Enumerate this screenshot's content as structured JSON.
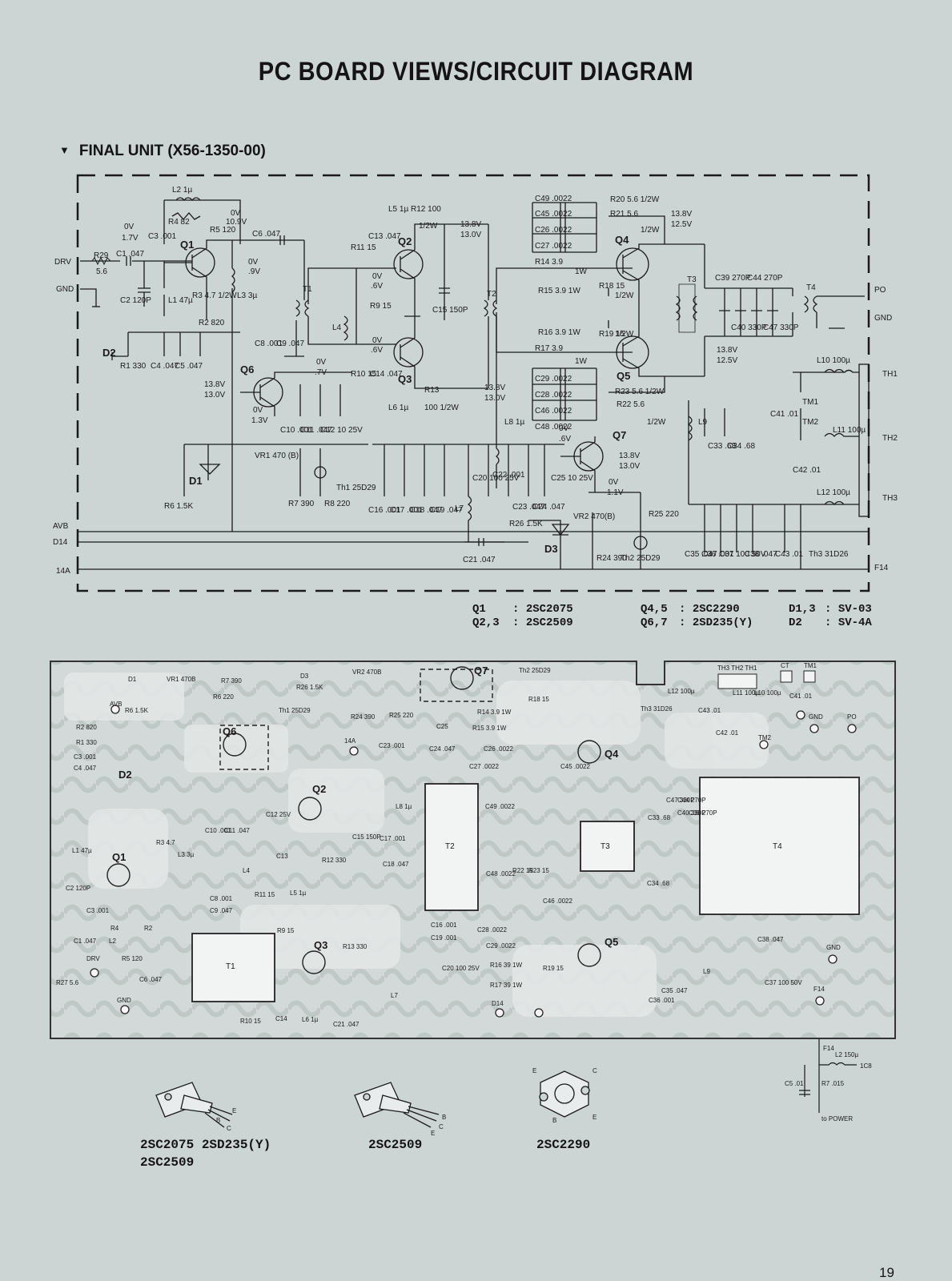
{
  "title": "PC BOARD VIEWS/CIRCUIT DIAGRAM",
  "section": {
    "marker": "▼",
    "title": "FINAL UNIT (X56-1350-00)"
  },
  "schematic": {
    "left_terminals": [
      "DRV",
      "GND",
      "AVB",
      "D14",
      "14A"
    ],
    "right_terminals": [
      "PO",
      "GND",
      "TH1",
      "TH2",
      "TH3",
      "F14"
    ],
    "transistors": [
      "Q1",
      "Q2",
      "Q3",
      "Q4",
      "Q5",
      "Q6",
      "Q7"
    ],
    "transformers": [
      "T1",
      "T2",
      "T3",
      "T4"
    ],
    "diodes": [
      "D1",
      "D2",
      "D3"
    ],
    "component_labels": [
      "L2 1µ",
      "R4 82",
      "R5 120",
      "0V",
      "10.9V",
      "C3 .001",
      "0V",
      "1.7V",
      "R29",
      "C1 .047",
      "5.6",
      "C2 120P",
      "L1 47µ",
      "R3 4.7 1/2W",
      "L3 3µ",
      "C6 .047",
      "0V",
      ".9V",
      "R2 820",
      "R1 330",
      "C4 .047",
      "C5 .047",
      "C8 .001",
      "C9 .047",
      "L5 1µ R12 100",
      "1/2W",
      "13.8V",
      "13.0V",
      "R11 15",
      "C13 .047",
      "0V",
      ".6V",
      "R9 15",
      "C15 150P",
      "L4",
      "0V",
      ".6V",
      "R10 15",
      "C14 .047",
      "R13",
      "100 1/2W",
      "L6 1µ",
      "13.8V",
      "13.0V",
      "C49 .0022",
      "C45 .0022",
      "C26 .0022",
      "C27 .0022",
      "R14 3.9",
      "1W",
      "R15 3.9 1W",
      "R18 15",
      "1/2W",
      "R16 3.9 1W",
      "R17 3.9",
      "1W",
      "R19 15",
      "1/2W",
      "C29 .0022",
      "C28 .0022",
      "C46 .0022",
      "C48 .0022",
      "R20 5.6 1/2W",
      "R21 5.6",
      "1/2W",
      "13.8V",
      "12.5V",
      "C39 270P",
      "C40 330P",
      "C44 270P",
      "C47 330P",
      "R23 5.6 1/2W",
      "R22 5.6",
      "1/2W",
      "13.8V",
      "12.5V",
      "13.8V",
      "13.0V",
      "0V",
      ".7V",
      "0V",
      "1.3V",
      "C10 .001",
      "C11 .047",
      "C12 10 25V",
      "VR1 470 (B)",
      "R7 390",
      "R8 220",
      "Th1 25D29",
      "R6 1.5K",
      "C16 .001",
      "C17 .001",
      "C18 .047",
      "C19 .047",
      "C20 100 25V",
      "L7",
      "C22 .001",
      "C23 .047",
      "C24 .047",
      "C25 10 25V",
      "L8 1µ",
      "0V",
      ".6V",
      "13.8V",
      "13.0V",
      "0V",
      "1.1V",
      "VR2 470(B)",
      "R26 1.5K",
      "R25 220",
      "R24 390",
      "Th2 25D29",
      "C21 .047",
      "L9",
      "C33 .68",
      "C34 .68",
      "C41 .01",
      "TM2",
      "TM1",
      "L10 100µ",
      "L11 100µ",
      "C42 .01",
      "L12 100µ",
      "C35 .047",
      "C36 .001",
      "C37 100 50V",
      "C38 .047",
      "C43 .01",
      "Th3 31D26"
    ]
  },
  "device_legend": [
    {
      "ref": "Q1",
      "part": "2SC2075"
    },
    {
      "ref": "Q2,3",
      "part": "2SC2509"
    },
    {
      "ref": "Q4,5",
      "part": "2SC2290"
    },
    {
      "ref": "Q6,7",
      "part": "2SD235(Y)"
    },
    {
      "ref": "D1,3",
      "part": "SV-03"
    },
    {
      "ref": "D2",
      "part": "SV-4A"
    }
  ],
  "board": {
    "blocks": [
      "T1",
      "T2",
      "T3",
      "T4"
    ],
    "transistors": [
      "Q1",
      "Q2",
      "Q3",
      "Q4",
      "Q5",
      "Q6",
      "Q7"
    ],
    "labels": [
      "D1",
      "VR1 470B",
      "R7 390",
      "R6 220",
      "D3",
      "R26 1.5K",
      "VR2 470B",
      "Th2 25D29",
      "Th1 25D29",
      "R24 390",
      "R25 220",
      "R14 3.9 1W",
      "R18 15",
      "L12 100µ",
      "Th3 31D26",
      "AVB",
      "R6 1.5K",
      "R2 820",
      "R1 330",
      "C3 .001",
      "C4 .047",
      "D2",
      "C23 .001",
      "C24 .047",
      "C25",
      "R15 3.9 1W",
      "C26 .0022",
      "C27 .0022",
      "C45 .0022",
      "C49 .0022",
      "C12 25V",
      "C10 .001",
      "C11 .047",
      "L1 47µ",
      "L3 3µ",
      "R3 4.7",
      "C8 .001",
      "C9 .047",
      "R11 15",
      "L4",
      "C13",
      "R12 330",
      "L5 1µ",
      "C15 150P",
      "C17 .001",
      "C18 .047",
      "L8 1µ",
      "C33 .68",
      "C34 .68",
      "C47 330P",
      "C44 270P",
      "C40 330P",
      "C39 270P",
      "C48 .0022",
      "R22 15",
      "R23 15",
      "C46 .0022",
      "C16 .001",
      "C19 .001",
      "C28 .0022",
      "C29 .0022",
      "C20 100 25V",
      "R16 39 1W",
      "R17 39 1W",
      "R19 15",
      "C36 .001",
      "C35 .047",
      "L9",
      "C38 .047",
      "C37 100 50V",
      "GND",
      "F14",
      "C1 .047",
      "C2 120P",
      "C3 .001",
      "R4",
      "R2",
      "L2",
      "R5 120",
      "C6 .047",
      "R27 5.6",
      "DRV",
      "GND",
      "R9 15",
      "R13 330",
      "L7",
      "R10 15",
      "C14",
      "L6 1µ",
      "C21 .047",
      "D14",
      "14A",
      "TH3 TH2 TH1",
      "CT",
      "TM1",
      "TM2",
      "C41 .01",
      "L11 100µ",
      "L10 100µ",
      "C43 .01",
      "C42 .01",
      "GND",
      "PO"
    ]
  },
  "inset": {
    "labels": [
      "F14",
      "L2 150µ",
      "1C8",
      "C5 .01",
      "R7 .015",
      "to POWER"
    ]
  },
  "packages": {
    "pkg1_line1": "2SC2075  2SD235(Y)",
    "pkg1_line2": "2SC2509",
    "pkg2": "2SC2509",
    "pkg3": "2SC2290"
  },
  "page_number": "19"
}
